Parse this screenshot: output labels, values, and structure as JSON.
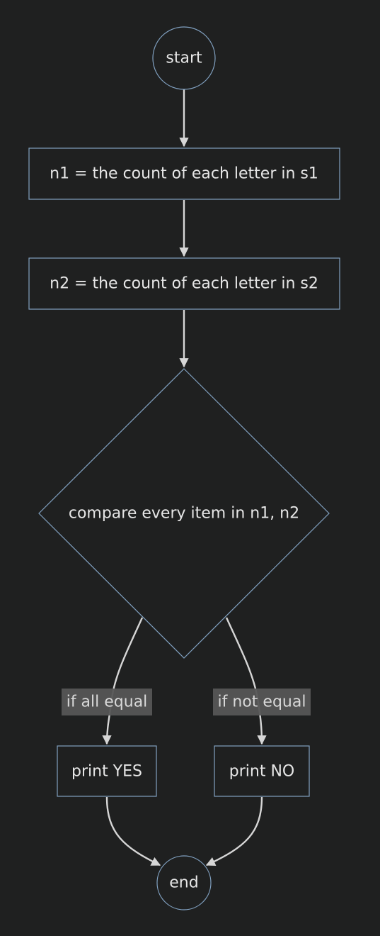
{
  "diagram": {
    "nodes": {
      "start": {
        "label": "start"
      },
      "count_s1": {
        "label": "n1 = the count of each letter in s1"
      },
      "count_s2": {
        "label": "n2 = the count of each letter in s2"
      },
      "compare": {
        "label": "compare every item in n1, n2"
      },
      "print_yes": {
        "label": "print YES"
      },
      "print_no": {
        "label": "print NO"
      },
      "end": {
        "label": "end"
      }
    },
    "edges": {
      "yes": {
        "label": "if all equal"
      },
      "no": {
        "label": "if not equal"
      }
    },
    "colors": {
      "background": "#1f2020",
      "node_stroke": "#81a1c1",
      "edge": "#d6d6d6",
      "text": "#e6e6e6",
      "edge_label_bg": "#565656"
    }
  }
}
